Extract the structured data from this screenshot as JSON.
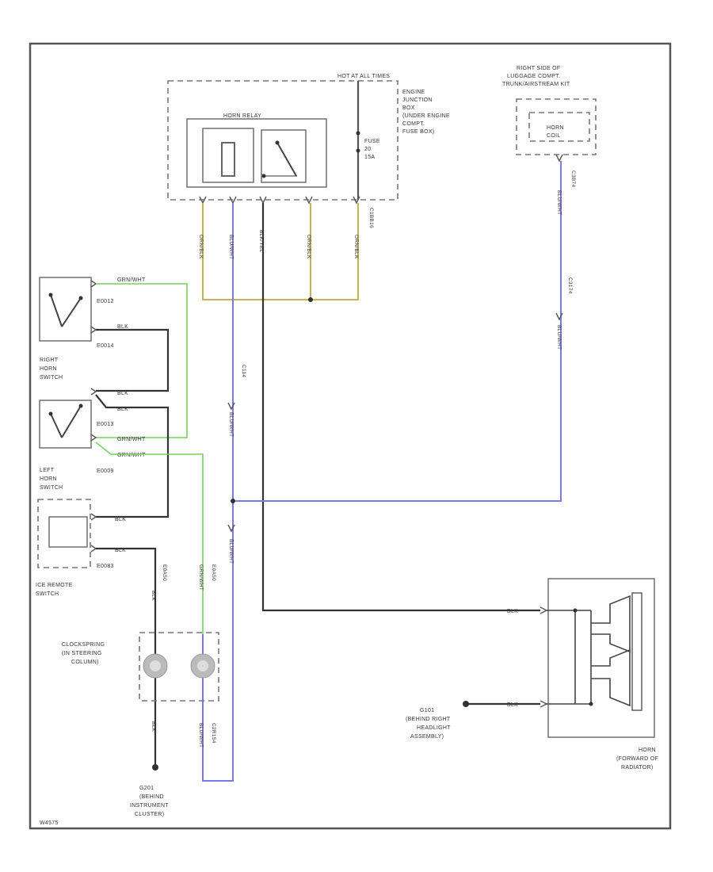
{
  "engine_junction_box": {
    "power_label": "HOT AT ALL TIMES",
    "label": [
      "ENGINE",
      "JUNCTION",
      "BOX",
      "(UNDER ENGINE",
      "COMPT.",
      "FUSE BOX)"
    ],
    "fuse_label": [
      "FUSE",
      "20",
      "15A"
    ],
    "relay_label": "HORN RELAY",
    "connector": "C1BB16"
  },
  "horn_coil": {
    "location_label": [
      "RIGHT SIDE OF",
      "LUGGAGE COMPT.",
      "TRUNK/AIRSTREAM KIT"
    ],
    "inner_label": [
      "HORN",
      "COIL"
    ],
    "connector": "C3B74"
  },
  "wire_labels": {
    "relay_pin1": "ORN/BLK",
    "relay_pin2": "BLU/WHT",
    "relay_pin3": "BLK/YEL",
    "relay_pin4": "ORN/BLK",
    "relay_pin5": "ORN/BLK",
    "coil_top": "BLU/WHT",
    "coil_mid": "BLU/WHT",
    "vert_blue_upper": "BLU/WHT",
    "vert_blue_mid": "BLU/WHT",
    "vert_blue_lower": "BLU/WHT",
    "vert_green": "GRN/WHT",
    "right_switch_green": "GRN/WHT",
    "right_switch_blk": "BLK",
    "left_switch_blk1": "BLK",
    "left_switch_blk2": "BLK",
    "left_switch_green1": "GRN/WHT",
    "left_switch_green2": "GRN/WHT",
    "ice_blk1": "BLK",
    "ice_blk2": "BLK",
    "clock_left_upper": "BLK",
    "clock_left_lower": "BLK",
    "horn_blk_upper": "BLK",
    "horn_blk_lower": "BLK"
  },
  "connector_codes": {
    "coil_splice": "C3174",
    "blue_splice": "C114",
    "right_switch_top": "E0012",
    "right_switch_bot": "E0014",
    "left_switch_top": "E0013",
    "left_switch_bot": "E0009",
    "ice_bot": "E0083",
    "clock_left": "E0A50",
    "clock_right": "E0A50",
    "blue_bottom": "C2R154"
  },
  "components": {
    "right_horn_switch": [
      "RIGHT",
      "HORN",
      "SWITCH"
    ],
    "left_horn_switch": [
      "LEFT",
      "HORN",
      "SWITCH"
    ],
    "ice_remote_switch": [
      "ICE REMOTE",
      "SWITCH"
    ],
    "clockspring": [
      "CLOCKSPRING",
      "(IN STEERING",
      "COLUMN)"
    ],
    "horn": [
      "HORN",
      "(FORWARD OF",
      "RADIATOR)"
    ],
    "ground_right": [
      "G101",
      "(BEHIND RIGHT",
      "HEADLIGHT",
      "ASSEMBLY)"
    ],
    "ground_bottom": [
      "G201",
      "(BEHIND",
      "INSTRUMENT",
      "CLUSTER)"
    ]
  },
  "diagram_id": "W4575"
}
